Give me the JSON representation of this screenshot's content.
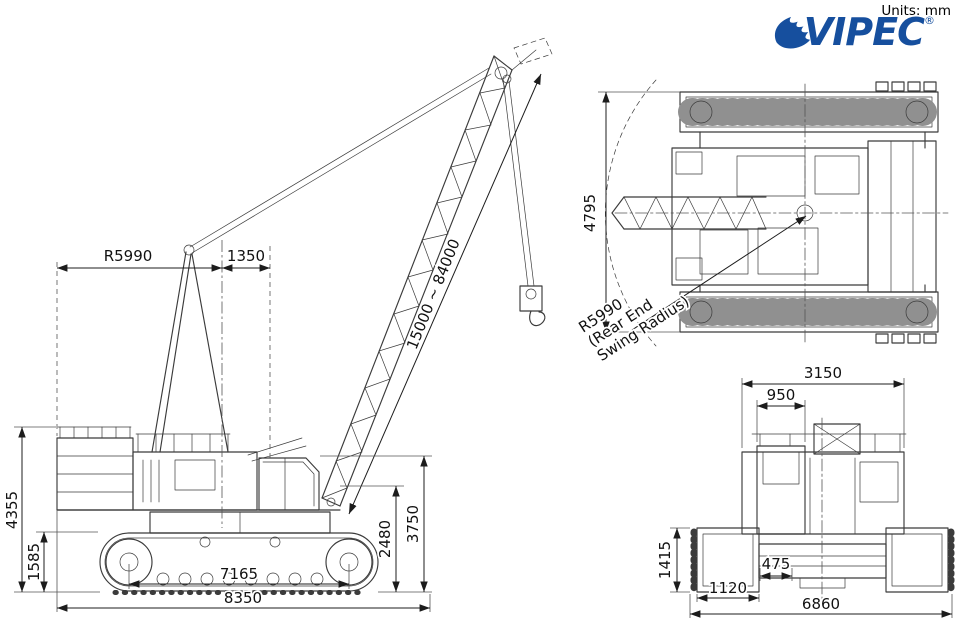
{
  "meta": {
    "units_label": "Units: mm",
    "brand": "VIPEC",
    "registered_mark": "®"
  },
  "colors": {
    "line": "#3b3b3b",
    "dimension_text": "#111111",
    "brand_blue": "#164f9e",
    "background": "#ffffff"
  },
  "side_view": {
    "rear_swing_radius": "R5990",
    "center_to_boom_foot": "1350",
    "boom_length_range": "15000 ~ 84000",
    "overall_height": "4355",
    "carbody_clearance": "1585",
    "deck_height": "2480",
    "cab_top_height": "3750",
    "tumbler_distance": "7165",
    "overall_length": "8350"
  },
  "top_view": {
    "overall_width": "4795",
    "swing_radius": "R5990",
    "swing_radius_note_line1": "(Rear End",
    "swing_radius_note_line2": "Swing Radius)"
  },
  "rear_view": {
    "upper_width": "3150",
    "cab_width": "950",
    "crawler_height": "1415",
    "center_offset": "475",
    "track_shoe_span": "1120",
    "overall_width": "6860"
  }
}
